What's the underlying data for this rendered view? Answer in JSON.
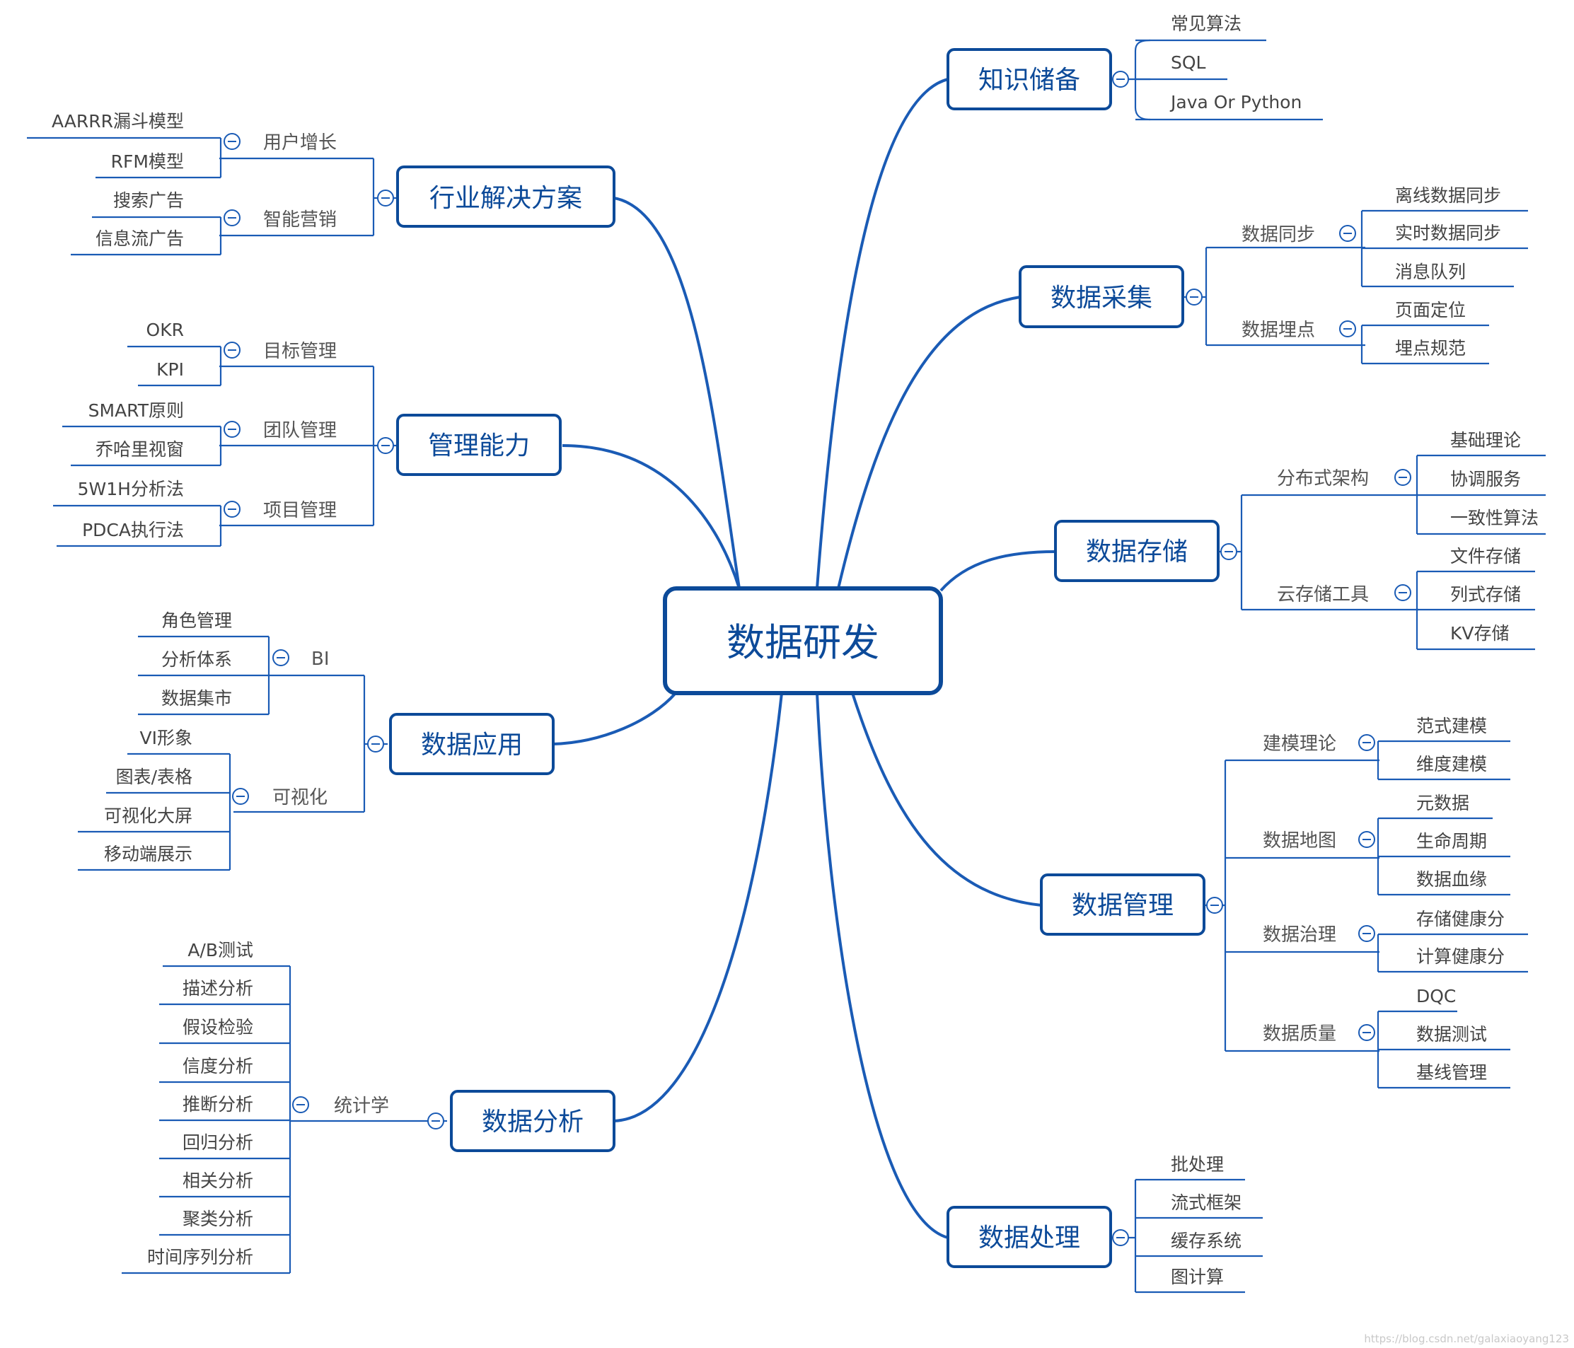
{
  "root": "数据研发",
  "knowledge": {
    "title": "知识储备",
    "items": [
      "常见算法",
      "SQL",
      "Java Or Python"
    ]
  },
  "collect": {
    "title": "数据采集",
    "sync": {
      "title": "数据同步",
      "items": [
        "离线数据同步",
        "实时数据同步",
        "消息队列"
      ]
    },
    "track": {
      "title": "数据埋点",
      "items": [
        "页面定位",
        "埋点规范"
      ]
    }
  },
  "storage": {
    "title": "数据存储",
    "dist": {
      "title": "分布式架构",
      "items": [
        "基础理论",
        "协调服务",
        "一致性算法"
      ]
    },
    "cloud": {
      "title": "云存储工具",
      "items": [
        "文件存储",
        "列式存储",
        "KV存储"
      ]
    }
  },
  "manage": {
    "title": "数据管理",
    "model": {
      "title": "建模理论",
      "items": [
        "范式建模",
        "维度建模"
      ]
    },
    "map": {
      "title": "数据地图",
      "items": [
        "元数据",
        "生命周期",
        "数据血缘"
      ]
    },
    "gov": {
      "title": "数据治理",
      "items": [
        "存储健康分",
        "计算健康分"
      ]
    },
    "quality": {
      "title": "数据质量",
      "items": [
        "DQC",
        "数据测试",
        "基线管理"
      ]
    }
  },
  "process": {
    "title": "数据处理",
    "items": [
      "批处理",
      "流式框架",
      "缓存系统",
      "图计算"
    ]
  },
  "industry": {
    "title": "行业解决方案",
    "growth": {
      "title": "用户增长",
      "items": [
        "AARRR漏斗模型",
        "RFM模型"
      ]
    },
    "marketing": {
      "title": "智能营销",
      "items": [
        "搜索广告",
        "信息流广告"
      ]
    }
  },
  "mgmt": {
    "title": "管理能力",
    "goal": {
      "title": "目标管理",
      "items": [
        "OKR",
        "KPI"
      ]
    },
    "team": {
      "title": "团队管理",
      "items": [
        "SMART原则",
        "乔哈里视窗"
      ]
    },
    "project": {
      "title": "项目管理",
      "items": [
        "5W1H分析法",
        "PDCA执行法"
      ]
    }
  },
  "app": {
    "title": "数据应用",
    "bi": {
      "title": "BI",
      "items": [
        "角色管理",
        "分析体系",
        "数据集市"
      ]
    },
    "vis": {
      "title": "可视化",
      "items": [
        "VI形象",
        "图表/表格",
        "可视化大屏",
        "移动端展示"
      ]
    }
  },
  "analysis": {
    "title": "数据分析",
    "stats": {
      "title": "统计学",
      "items": [
        "A/B测试",
        "描述分析",
        "假设检验",
        "信度分析",
        "推断分析",
        "回归分析",
        "相关分析",
        "聚类分析",
        "时间序列分析"
      ]
    }
  },
  "watermark": "https://blog.csdn.net/galaxiaoyang123",
  "colors": {
    "line": "#1a5bb5",
    "box_border": "#0c4a99",
    "text_main": "#0c4a99",
    "text_leaf": "#444444",
    "leaf_line": "#1a5bb5"
  }
}
